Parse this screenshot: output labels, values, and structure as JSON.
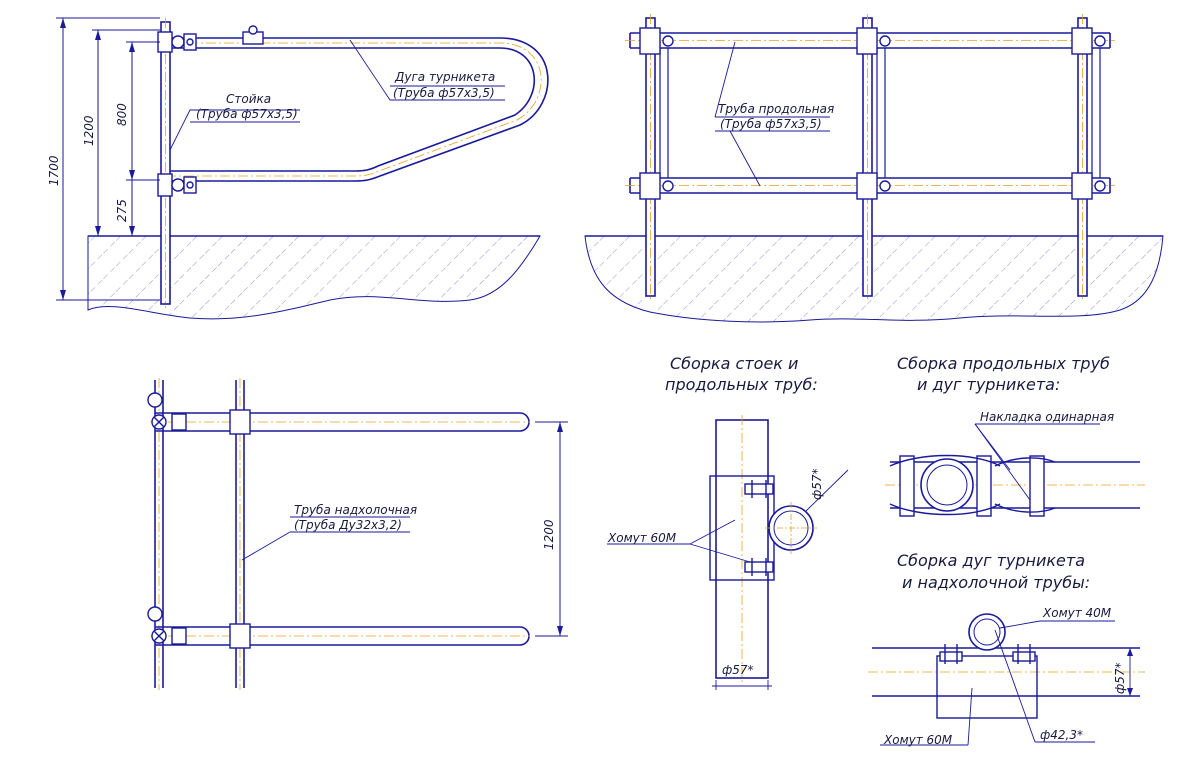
{
  "view_side": {
    "dim_total": "1700",
    "dim_upper": "1200",
    "dim_middle": "800",
    "dim_lower": "275",
    "post_label": "Стойка",
    "post_spec": "(Труба ф57х3,5)",
    "arc_label": "Дуга турникета",
    "arc_spec": "(Труба ф57х3,5)"
  },
  "view_front": {
    "rail_label": "Труба продольная",
    "rail_spec": "(Труба ф57х3,5)"
  },
  "view_plan": {
    "pipe_label": "Труба надхолочная",
    "pipe_spec": "(Труба Ду32х3,2)",
    "dim_width": "1200"
  },
  "detail_posts": {
    "title_line1": "Сборка стоек и",
    "title_line2": "продольных труб:",
    "clamp_label": "Хомут 60М",
    "dia_top": "ф57*",
    "dia_bottom": "ф57*"
  },
  "detail_rails_arcs": {
    "title_line1": "Сборка продольных труб",
    "title_line2": "и дуг турникета:",
    "overlay_label": "Накладка одинарная"
  },
  "detail_arcs_pipe": {
    "title_line1": "Сборка дуг турникета",
    "title_line2": "и надхолочной трубы:",
    "clamp40_label": "Хомут 40М",
    "clamp60_label": "Хомут 60М",
    "dia_right": "ф57*",
    "dia_small": "ф42,3*"
  },
  "colors": {
    "line": "#1a1a9a",
    "axis": "#e8a020",
    "hatch": "#6a6ab0",
    "text": "#1a1a40"
  }
}
